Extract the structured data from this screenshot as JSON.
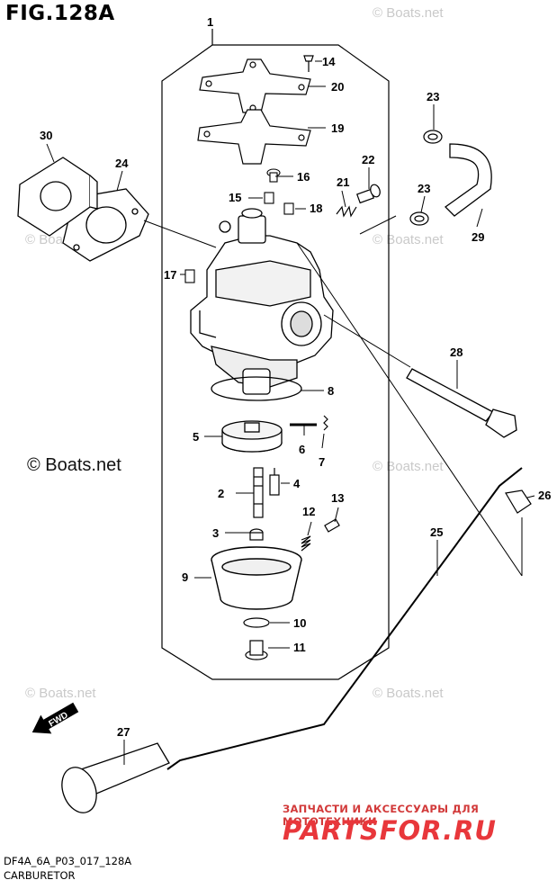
{
  "figure": {
    "title": "FIG.128A"
  },
  "watermarks": {
    "top_right": "© Boats.net",
    "left_middle": "© Boats.net",
    "left_upper": "© Boats.net",
    "right_upper": "© Boats.net",
    "right_middle": "© Boats.net",
    "left_lower": "© Boats.net",
    "right_lower": "© Boats.net"
  },
  "fwd_label": "FWD",
  "callouts": [
    "1",
    "2",
    "3",
    "4",
    "5",
    "6",
    "7",
    "8",
    "9",
    "10",
    "11",
    "12",
    "13",
    "14",
    "15",
    "16",
    "17",
    "18",
    "19",
    "20",
    "21",
    "22",
    "23",
    "23",
    "24",
    "25",
    "26",
    "27",
    "28",
    "29",
    "30"
  ],
  "branding": {
    "tagline": "ЗАПЧАСТИ И АКСЕССУАРЫ ДЛЯ МОТОТЕХНИКИ",
    "site": "PARTSFOR.RU"
  },
  "footer": {
    "code": "DF4A_6A_P03_017_128A",
    "name": "CARBURETOR"
  }
}
